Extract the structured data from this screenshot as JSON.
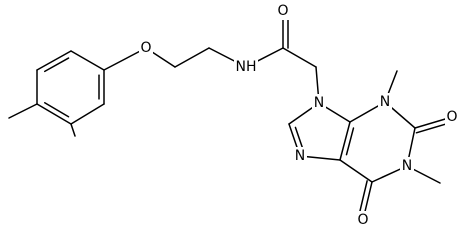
{
  "molecule": {
    "atoms": {
      "O_ether": "O",
      "N_amide": "NH",
      "O_amide": "O",
      "N9": "N",
      "N7": "N",
      "N3": "N",
      "N1": "N",
      "O2": "O",
      "O6": "O"
    },
    "colors": {
      "bond": "#000000",
      "label": "#000000",
      "background": "#ffffff"
    }
  }
}
